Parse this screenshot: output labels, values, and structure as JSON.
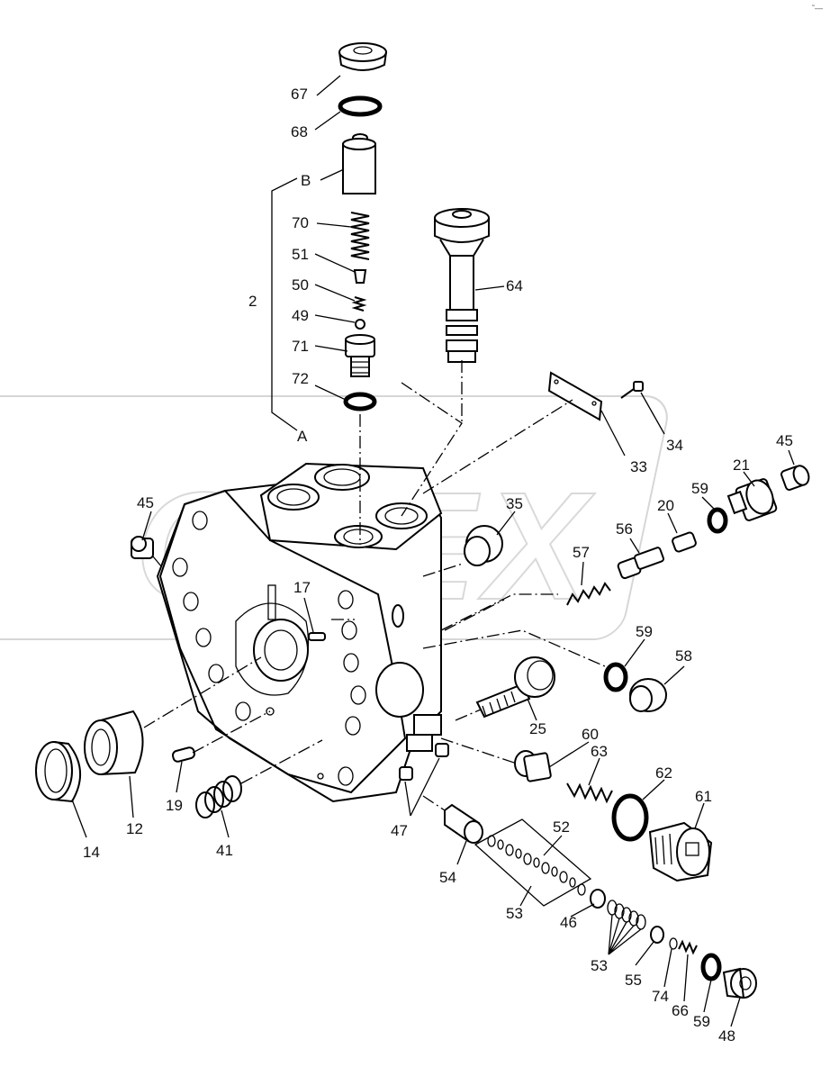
{
  "watermark": {
    "text": "OPEX"
  },
  "corner_mark": "˜—",
  "callouts": [
    {
      "id": "c67",
      "text": "67"
    },
    {
      "id": "c68",
      "text": "68"
    },
    {
      "id": "cB",
      "text": "B"
    },
    {
      "id": "c70",
      "text": "70"
    },
    {
      "id": "c51",
      "text": "51"
    },
    {
      "id": "c2",
      "text": "2"
    },
    {
      "id": "c50",
      "text": "50"
    },
    {
      "id": "c49",
      "text": "49"
    },
    {
      "id": "c71",
      "text": "71"
    },
    {
      "id": "c72",
      "text": "72"
    },
    {
      "id": "c64",
      "text": "64"
    },
    {
      "id": "cA",
      "text": "A"
    },
    {
      "id": "c34",
      "text": "34"
    },
    {
      "id": "c33",
      "text": "33"
    },
    {
      "id": "c45a",
      "text": "45"
    },
    {
      "id": "c21",
      "text": "21"
    },
    {
      "id": "c45b",
      "text": "45"
    },
    {
      "id": "c35",
      "text": "35"
    },
    {
      "id": "c59a",
      "text": "59"
    },
    {
      "id": "c20",
      "text": "20"
    },
    {
      "id": "c56",
      "text": "56"
    },
    {
      "id": "c57",
      "text": "57"
    },
    {
      "id": "c17",
      "text": "17"
    },
    {
      "id": "c59b",
      "text": "59"
    },
    {
      "id": "c58",
      "text": "58"
    },
    {
      "id": "c25",
      "text": "25"
    },
    {
      "id": "c60",
      "text": "60"
    },
    {
      "id": "c63",
      "text": "63"
    },
    {
      "id": "c62",
      "text": "62"
    },
    {
      "id": "c61",
      "text": "61"
    },
    {
      "id": "c19",
      "text": "19"
    },
    {
      "id": "c12",
      "text": "12"
    },
    {
      "id": "c14",
      "text": "14"
    },
    {
      "id": "c41",
      "text": "41"
    },
    {
      "id": "c47",
      "text": "47"
    },
    {
      "id": "c52",
      "text": "52"
    },
    {
      "id": "c54",
      "text": "54"
    },
    {
      "id": "c53a",
      "text": "53"
    },
    {
      "id": "c46",
      "text": "46"
    },
    {
      "id": "c53b",
      "text": "53"
    },
    {
      "id": "c55",
      "text": "55"
    },
    {
      "id": "c74",
      "text": "74"
    },
    {
      "id": "c66",
      "text": "66"
    },
    {
      "id": "c59c",
      "text": "59"
    },
    {
      "id": "c48",
      "text": "48"
    }
  ]
}
